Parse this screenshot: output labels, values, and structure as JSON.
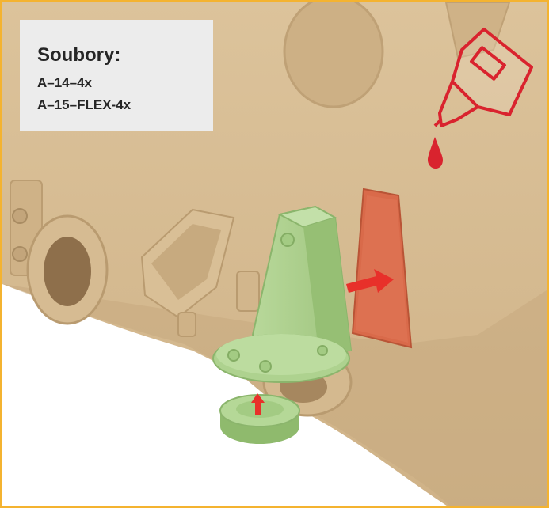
{
  "label": {
    "title": "Soubory:",
    "files": [
      "A–14–4x",
      "A–15–FLEX-4x"
    ]
  },
  "colors": {
    "frame_border": "#f4b330",
    "body": "#d5b98f",
    "part": "#a9d18a",
    "highlight_slot": "#d96a4a",
    "arrow": "#e8302a",
    "glue_icon": "#d9232e",
    "label_background": "#ececec"
  },
  "icons": [
    "glue-bottle-icon",
    "glue-drop-icon",
    "direction-arrow-icon",
    "upward-arrow-icon"
  ]
}
